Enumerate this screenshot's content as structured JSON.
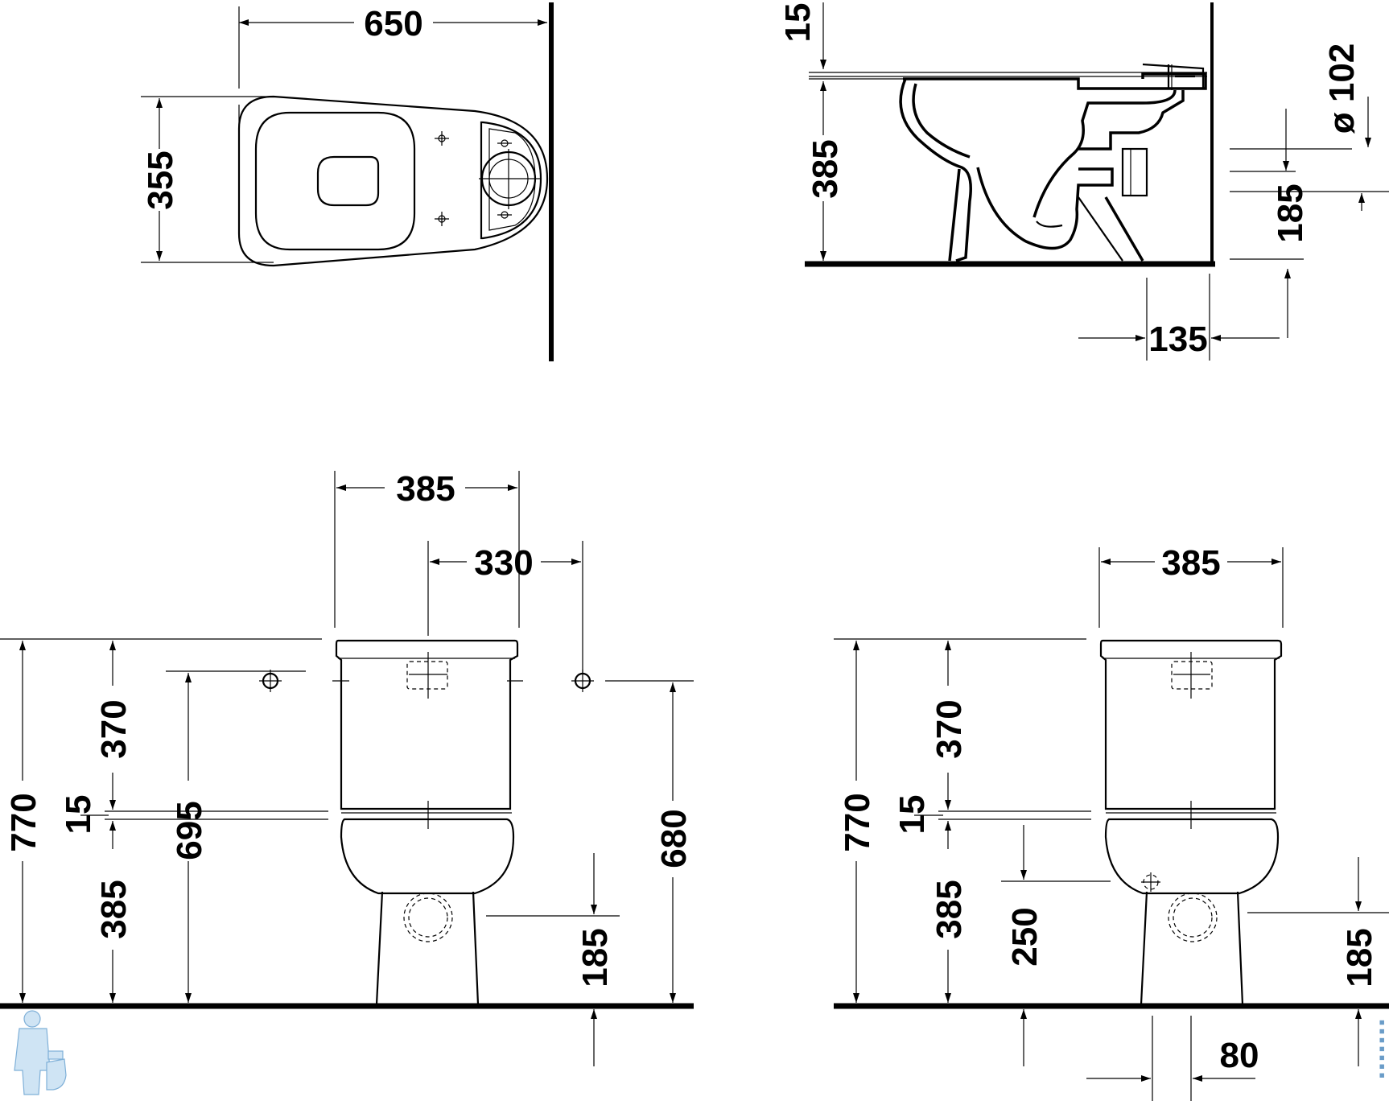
{
  "top_view": {
    "width_label": "650",
    "depth_label": "355"
  },
  "side_view": {
    "seat_gap_label": "15",
    "seat_height_label": "385",
    "outlet_diameter_label": "ø 102",
    "outlet_height_label": "185",
    "outlet_offset_label": "135"
  },
  "front_view_left": {
    "tank_width_label": "385",
    "mount_offset_label": "330",
    "total_height_label": "770",
    "tank_height_label": "370",
    "gap_label": "15",
    "bowl_height_label": "385",
    "mount_height_label": "695",
    "side_mount_height_label": "680",
    "outlet_height_label": "185"
  },
  "front_view_right": {
    "tank_width_label": "385",
    "total_height_label": "770",
    "tank_height_label": "370",
    "gap_label": "15",
    "bowl_height_label": "385",
    "inlet_height_label": "250",
    "outlet_height_label": "185",
    "outlet_offset_label": "80"
  },
  "watermark": {
    "logo_icon": "plumber-logo-icon"
  }
}
